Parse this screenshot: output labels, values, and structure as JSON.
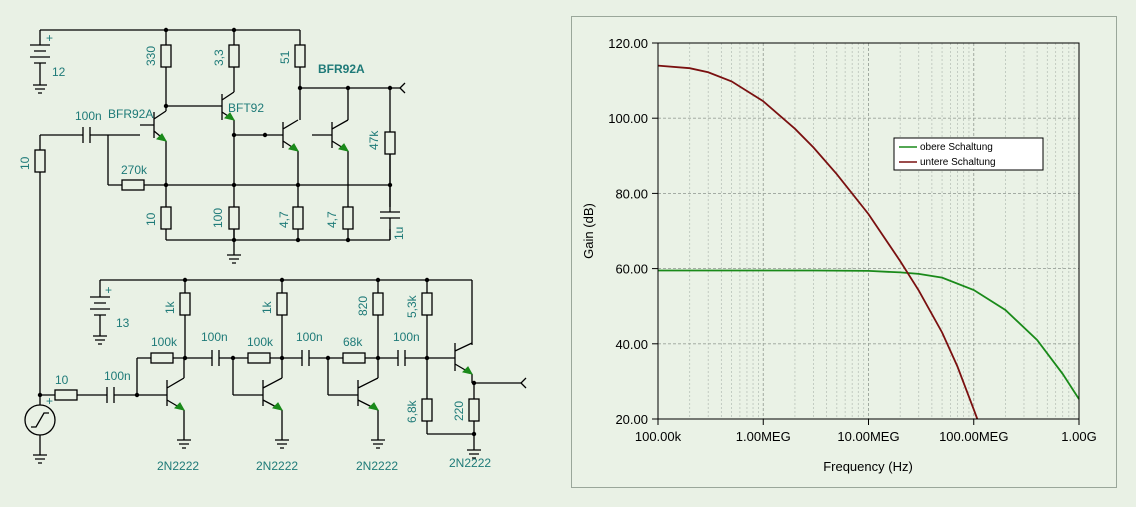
{
  "schematic": {
    "top": {
      "battery": {
        "plus": "+",
        "value": "12"
      },
      "resistors": {
        "r330": "330",
        "r3_3": "3,3",
        "r51": "51",
        "r47k": "47k",
        "r270k": "270k",
        "r10_left": "10",
        "r10_bottom": "10",
        "r100": "100",
        "r4_7a": "4,7",
        "r4_7b": "4,7"
      },
      "capacitors": {
        "c100n": "100n",
        "c1u": "1u"
      },
      "transistors": {
        "q1": "BFR92A",
        "q2": "BFT92",
        "q34": "BFR92A"
      }
    },
    "bottom": {
      "battery": {
        "plus": "+",
        "value": "13"
      },
      "source": {
        "plus": "+",
        "r_series": "10"
      },
      "resistors": {
        "r1k_a": "1k",
        "r1k_b": "1k",
        "r820": "820",
        "r5_3k": "5,3k",
        "r100k_a": "100k",
        "r100k_b": "100k",
        "r68k": "68k",
        "r6_8k": "6,8k",
        "r220": "220"
      },
      "capacitors": {
        "c1": "100n",
        "c2": "100n",
        "c3": "100n",
        "c4": "100n"
      },
      "transistors": {
        "q1": "2N2222",
        "q2": "2N2222",
        "q3": "2N2222",
        "q4": "2N2222"
      }
    }
  },
  "chart_data": {
    "type": "line",
    "xlabel": "Frequency (Hz)",
    "ylabel": "Gain (dB)",
    "xscale": "log",
    "xlim": [
      100000,
      1000000000
    ],
    "ylim": [
      20,
      120
    ],
    "x_ticks": [
      {
        "value": 100000,
        "label": "100.00k"
      },
      {
        "value": 1000000,
        "label": "1.00MEG"
      },
      {
        "value": 10000000,
        "label": "10.00MEG"
      },
      {
        "value": 100000000,
        "label": "100.00MEG"
      },
      {
        "value": 1000000000,
        "label": "1.00G"
      }
    ],
    "y_ticks": [
      {
        "value": 20,
        "label": "20.00"
      },
      {
        "value": 40,
        "label": "40.00"
      },
      {
        "value": 60,
        "label": "60.00"
      },
      {
        "value": 80,
        "label": "80.00"
      },
      {
        "value": 100,
        "label": "100.00"
      },
      {
        "value": 120,
        "label": "120.00"
      }
    ],
    "grid": true,
    "legend_position": "upper-right",
    "series": [
      {
        "name": "obere Schaltung",
        "color": "#1a8a1a",
        "x": [
          100000,
          1000000,
          3000000,
          10000000,
          20000000,
          30000000,
          50000000,
          100000000,
          200000000,
          400000000,
          700000000,
          1000000000
        ],
        "y": [
          59.5,
          59.5,
          59.5,
          59.4,
          59.0,
          58.6,
          57.6,
          54.3,
          49.0,
          41.0,
          32.0,
          25.3
        ]
      },
      {
        "name": "untere Schaltung",
        "color": "#7a1010",
        "x": [
          100000,
          200000,
          300000,
          500000,
          1000000,
          2000000,
          3000000,
          5000000,
          10000000,
          20000000,
          30000000,
          50000000,
          70000000,
          100000000,
          108000000
        ],
        "y": [
          114.0,
          113.3,
          112.2,
          109.8,
          104.5,
          97.2,
          92.2,
          85.1,
          74.5,
          62.0,
          54.2,
          43.0,
          34.0,
          22.5,
          20.0
        ]
      }
    ]
  }
}
